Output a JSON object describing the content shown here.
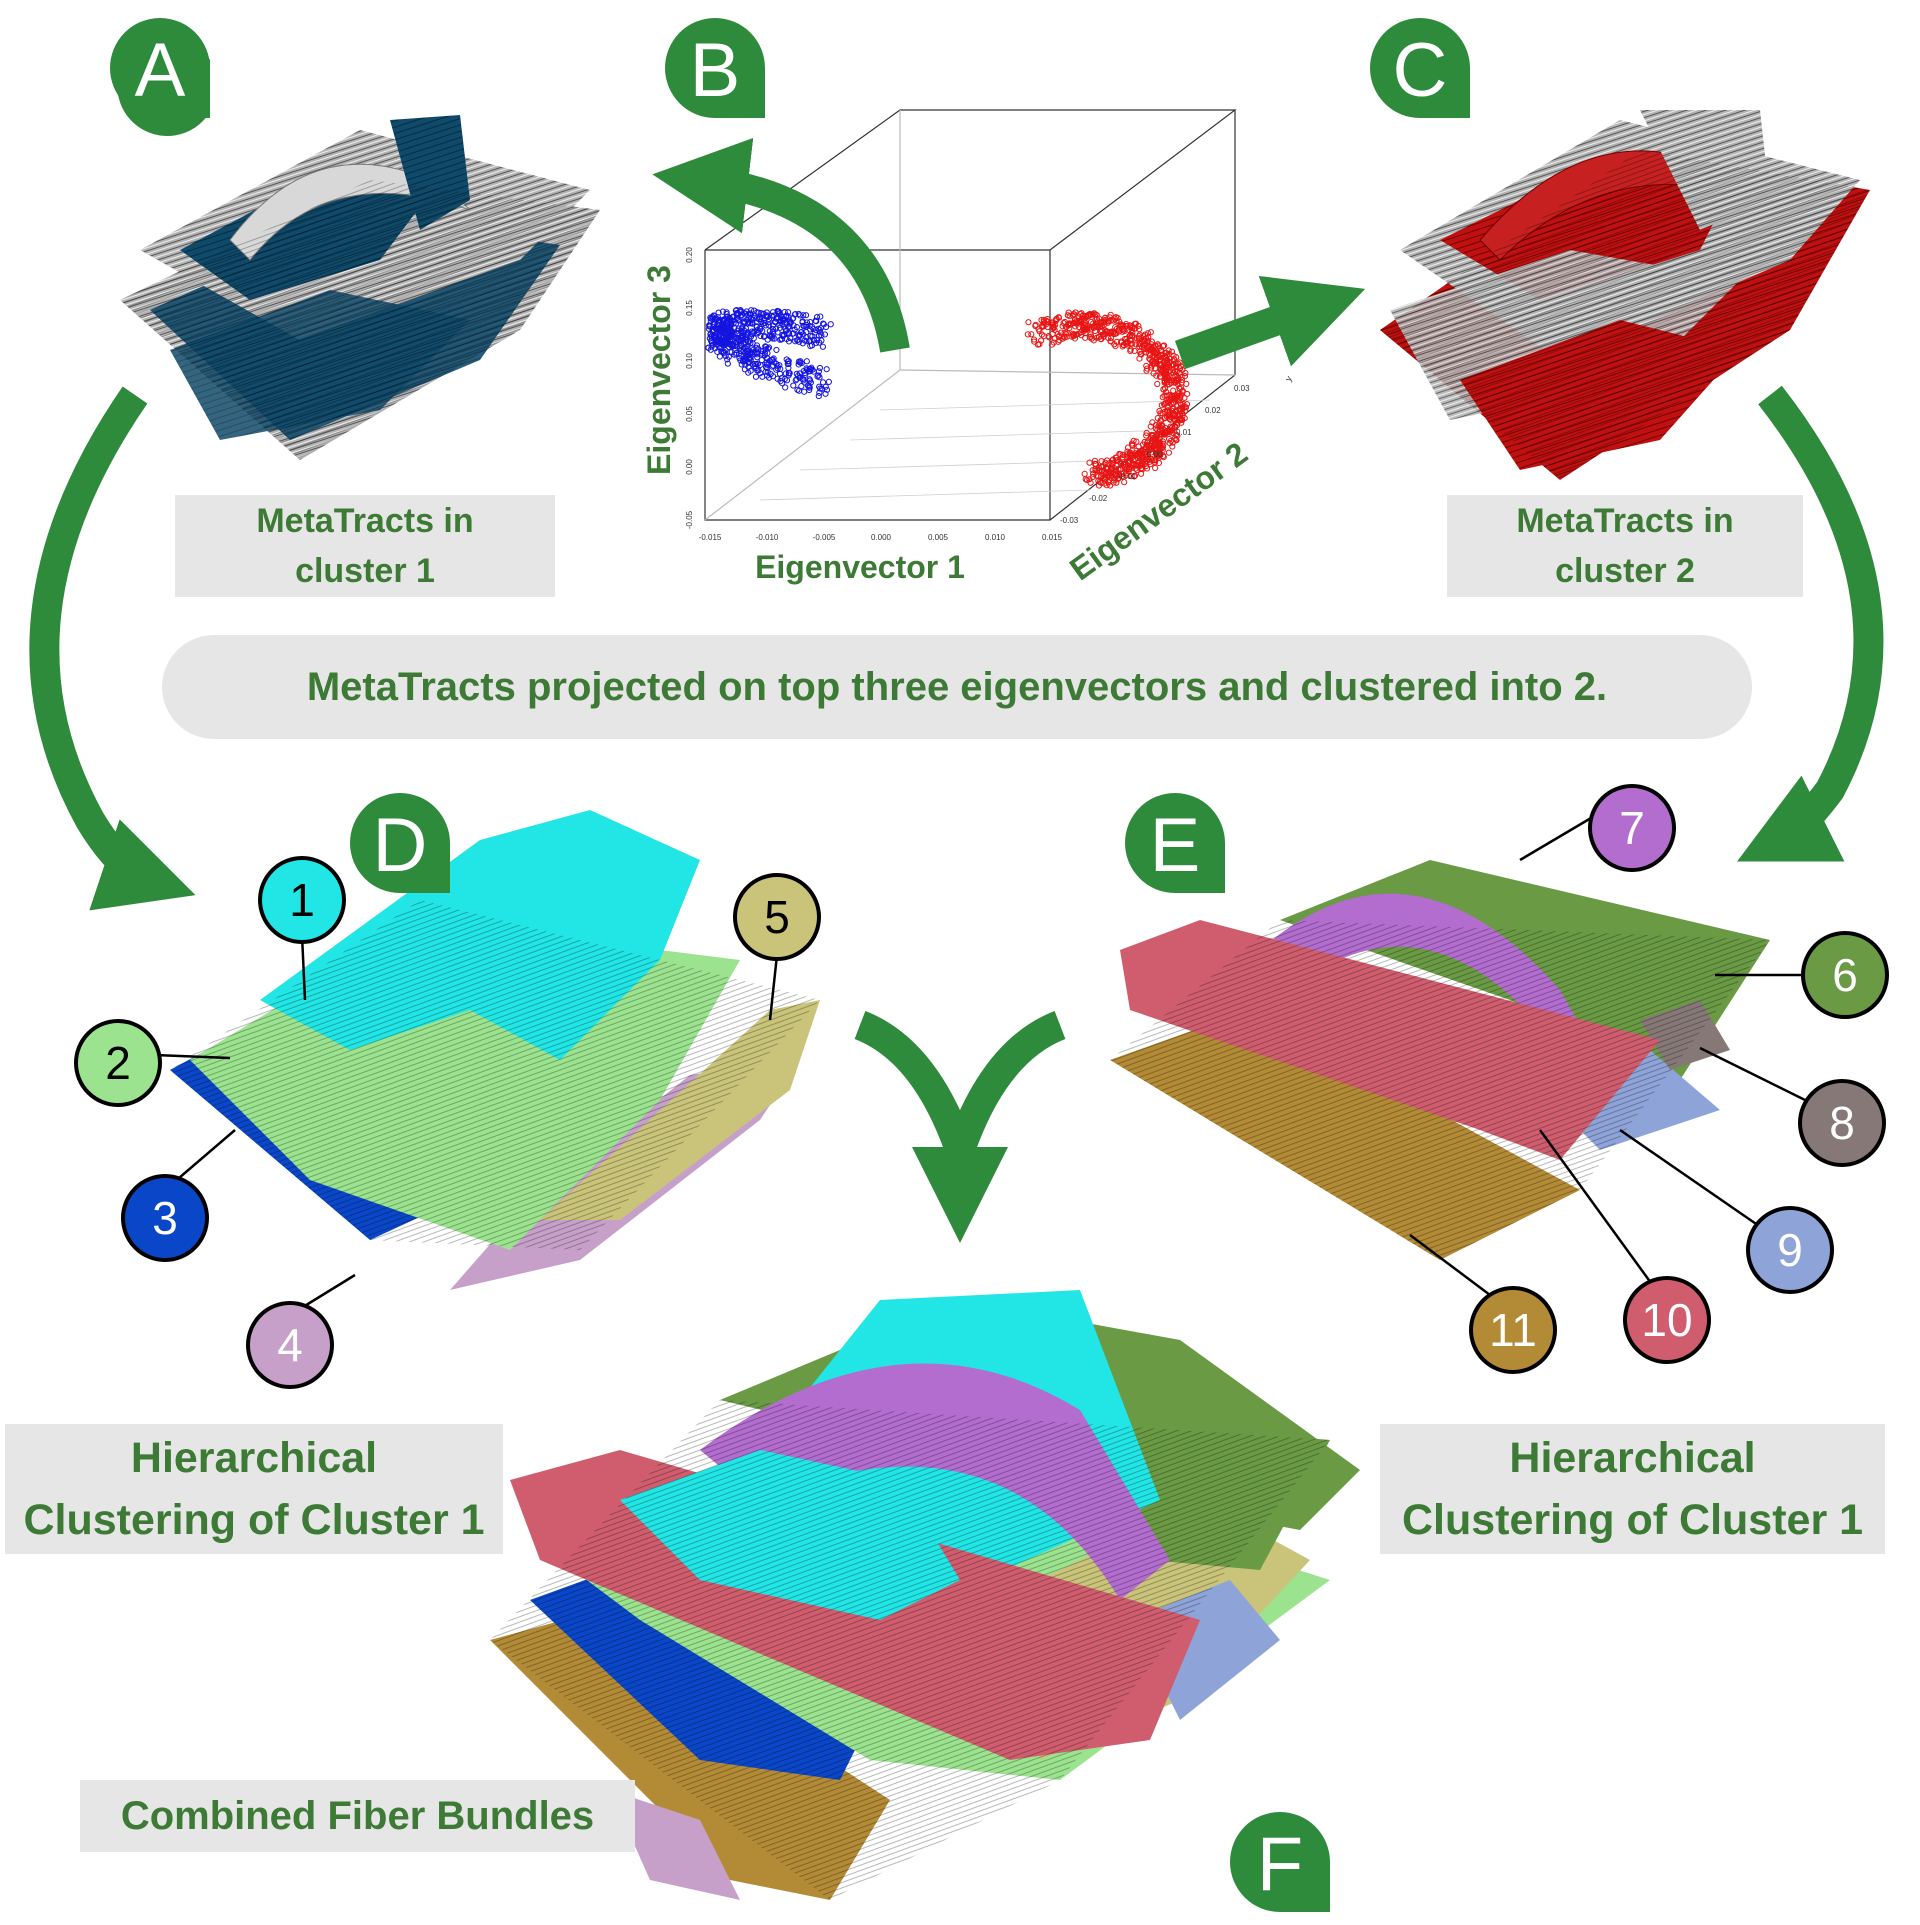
{
  "panel_labels": {
    "a": "A",
    "b": "B",
    "c": "C",
    "d": "D",
    "e": "E",
    "f": "F"
  },
  "captions": {
    "cluster1_line1": "MetaTracts in",
    "cluster1_line2": "cluster 1",
    "cluster2_line1": "MetaTracts in",
    "cluster2_line2": "cluster 2",
    "projection": "MetaTracts projected on top three eigenvectors and clustered into 2.",
    "hier_left_line1": "Hierarchical",
    "hier_left_line2": "Clustering of Cluster 1",
    "hier_right_line1": "Hierarchical",
    "hier_right_line2": "Clustering of Cluster 1",
    "combined": "Combined Fiber Bundles"
  },
  "scatter": {
    "axis_x_label": "Eigenvector 1",
    "axis_y_label": "Eigenvector 2",
    "axis_z_label": "Eigenvector 3",
    "y_corner_label": "y",
    "x_ticks": [
      "-0.015",
      "-0.010",
      "-0.005",
      "0.000",
      "0.005",
      "0.010",
      "0.015"
    ],
    "y_ticks": [
      "-0.03",
      "-0.02",
      "-0.01",
      "0.00",
      "0.01",
      "0.02",
      "0.03"
    ],
    "z_ticks": [
      "-0.05",
      "0.00",
      "0.05",
      "0.10",
      "0.15",
      "0.20"
    ],
    "cluster_colors": {
      "cluster1": "#1515e0",
      "cluster2": "#e81515"
    }
  },
  "bundles": [
    {
      "number": "1",
      "color": "#22e5e5"
    },
    {
      "number": "2",
      "color": "#9be38e"
    },
    {
      "number": "3",
      "color": "#0a46c8"
    },
    {
      "number": "4",
      "color": "#c7a0c9"
    },
    {
      "number": "5",
      "color": "#c9c47a"
    },
    {
      "number": "6",
      "color": "#6a9a44"
    },
    {
      "number": "7",
      "color": "#b26dcf"
    },
    {
      "number": "8",
      "color": "#857876"
    },
    {
      "number": "9",
      "color": "#8ea3d8"
    },
    {
      "number": "10",
      "color": "#cf5d6d"
    },
    {
      "number": "11",
      "color": "#b38a36"
    }
  ],
  "colors": {
    "accent_green": "#2e8b3c",
    "caption_text": "#3d7a35",
    "caption_bg": "#e6e6e6",
    "cluster1_tract": "#0f4a6b",
    "cluster2_tract": "#c01010",
    "gray_tract": "#a9a9a9"
  }
}
